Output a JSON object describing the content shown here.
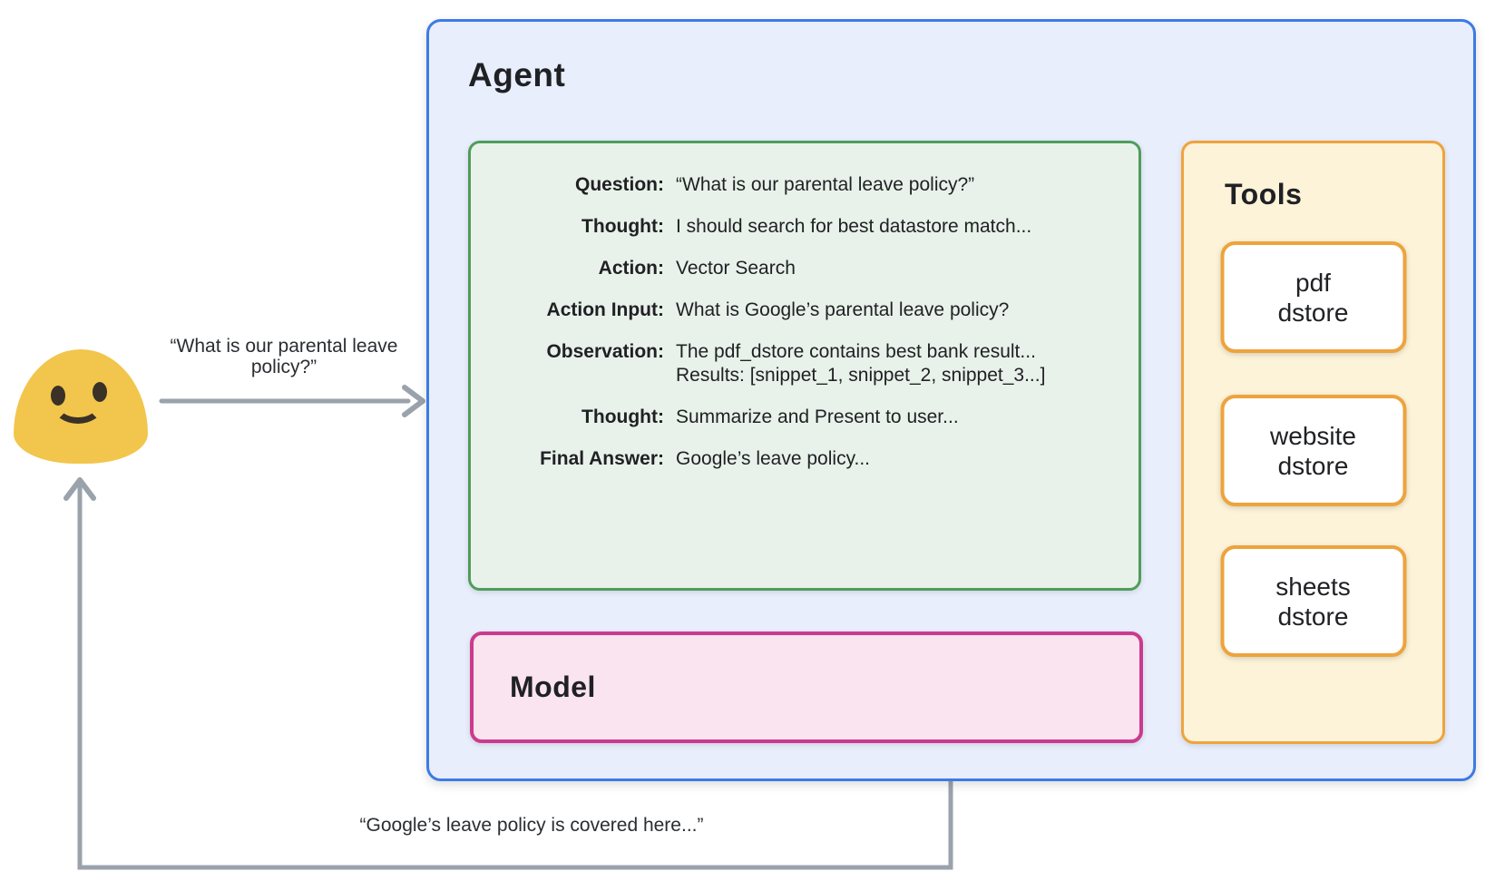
{
  "user": {
    "icon": "blob-smiley-emoji",
    "query_text": "“What is our parental leave policy?”",
    "response_text": "“Google’s leave policy is covered here...”"
  },
  "agent": {
    "title": "Agent",
    "scratchpad": {
      "rows": [
        {
          "label": "Question:",
          "value": "“What is our parental leave policy?”"
        },
        {
          "label": "Thought:",
          "value": "I should search for best datastore match..."
        },
        {
          "label": "Action:",
          "value": "Vector Search"
        },
        {
          "label": "Action Input:",
          "value": "What is Google’s parental leave policy?"
        },
        {
          "label": "Observation:",
          "value": "The pdf_dstore contains best bank result...",
          "value2": "Results: [snippet_1, snippet_2, snippet_3...]"
        },
        {
          "label": "Thought:",
          "value": "Summarize and Present to user..."
        },
        {
          "label": "Final Answer:",
          "value": "Google’s leave policy..."
        }
      ]
    },
    "model": {
      "title": "Model"
    },
    "tools": {
      "title": "Tools",
      "items": [
        {
          "line1": "pdf",
          "line2": "dstore"
        },
        {
          "line1": "website",
          "line2": "dstore"
        },
        {
          "line1": "sheets",
          "line2": "dstore"
        }
      ]
    }
  },
  "colors": {
    "agent_fill": "#e8eefc",
    "agent_border": "#3d7ae5",
    "scratchpad_fill": "#e9f2ea",
    "scratchpad_border": "#4f9d5b",
    "model_fill": "#f9e4ef",
    "model_border": "#cc3a8e",
    "tools_fill": "#fcf3d8",
    "tools_border": "#efa33b",
    "tool_item_fill": "#ffffff",
    "arrow_gray": "#9aa2ab",
    "dotted_gray": "#8b9097",
    "emoji_yellow": "#f2c54c",
    "text": "#202124"
  }
}
